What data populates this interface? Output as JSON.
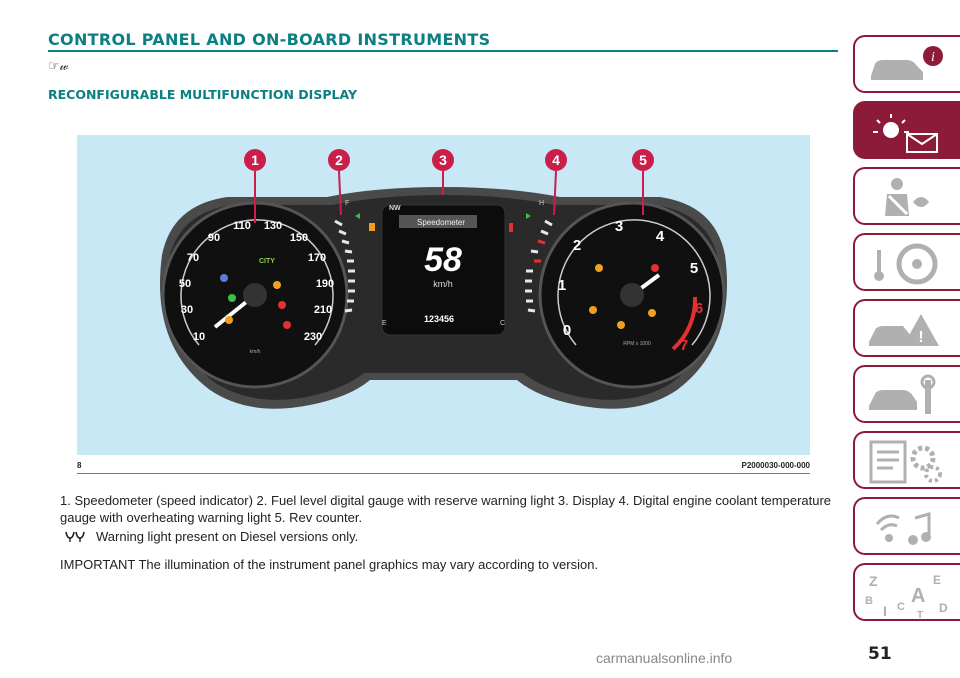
{
  "header": {
    "section_title": "CONTROL PANEL AND ON-BOARD INSTRUMENTS",
    "subsection_title": "RECONFIGURABLE MULTIFUNCTION DISPLAY"
  },
  "figure": {
    "figure_number": "8",
    "figure_code": "P2000030-000-000",
    "callouts": [
      "1",
      "2",
      "3",
      "4",
      "5"
    ],
    "speedometer_scale": [
      "10",
      "30",
      "50",
      "70",
      "90",
      "110",
      "130",
      "150",
      "170",
      "190",
      "210",
      "230"
    ],
    "speedometer_unit": "km/h",
    "rev_scale": [
      "0",
      "1",
      "2",
      "3",
      "4",
      "5",
      "6",
      "7"
    ],
    "rev_unit": "RPM x 1000",
    "display": {
      "compass": "NW",
      "menu_label": "Speedometer",
      "speed_value": "58",
      "speed_unit": "km/h",
      "odometer": "123456",
      "city_label": "CITY",
      "fuel_full": "F",
      "fuel_empty": "E",
      "temp_hot": "H",
      "temp_cold": "C"
    }
  },
  "caption": {
    "text": "1. Speedometer (speed indicator)    2. Fuel level digital gauge with reserve warning light    3. Display    4. Digital engine coolant temperature gauge with overheating warning light    5. Rev counter.",
    "diesel_note": "Warning light present on Diesel versions only.",
    "important_note": "IMPORTANT The illumination of the instrument panel graphics may vary according to version."
  },
  "footer": {
    "page_number": "51",
    "watermark": "carmanualsonline.info"
  },
  "side_tabs": [
    {
      "name": "car-info",
      "active": false
    },
    {
      "name": "warning-lights",
      "active": true
    },
    {
      "name": "safety",
      "active": false
    },
    {
      "name": "starting-driving",
      "active": false
    },
    {
      "name": "in-emergency",
      "active": false
    },
    {
      "name": "servicing",
      "active": false
    },
    {
      "name": "technical-data",
      "active": false
    },
    {
      "name": "multimedia",
      "active": false
    },
    {
      "name": "index",
      "active": false
    }
  ],
  "colors": {
    "accent": "#0b7f82",
    "tab": "#8e1a3a",
    "figure_bg": "#c8e8f6",
    "callout": "#cc1e4a"
  }
}
